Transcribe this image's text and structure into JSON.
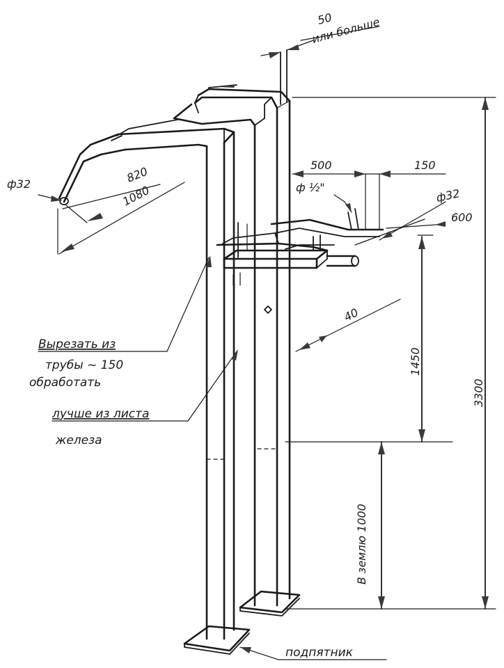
{
  "dimensions": {
    "d50": "50",
    "ili_bolshe": "или больше",
    "phi32_left": "ф32",
    "d820": "820",
    "d1080": "1080",
    "d500": "500",
    "d150": "150",
    "phi_half": "ф ½\"",
    "phi32_right": "ф32",
    "d600": "600",
    "d40": "40",
    "d1450": "1450",
    "d3300": "3300",
    "d_ground": "В землю 1000"
  },
  "notes": {
    "cut_line1": "Вырезать из",
    "cut_line2": "трубы ~ 150",
    "cut_line3": "обработать",
    "sheet_line1": "лучше из листа",
    "sheet_line2": "железа",
    "base_plate": "подпятник"
  }
}
